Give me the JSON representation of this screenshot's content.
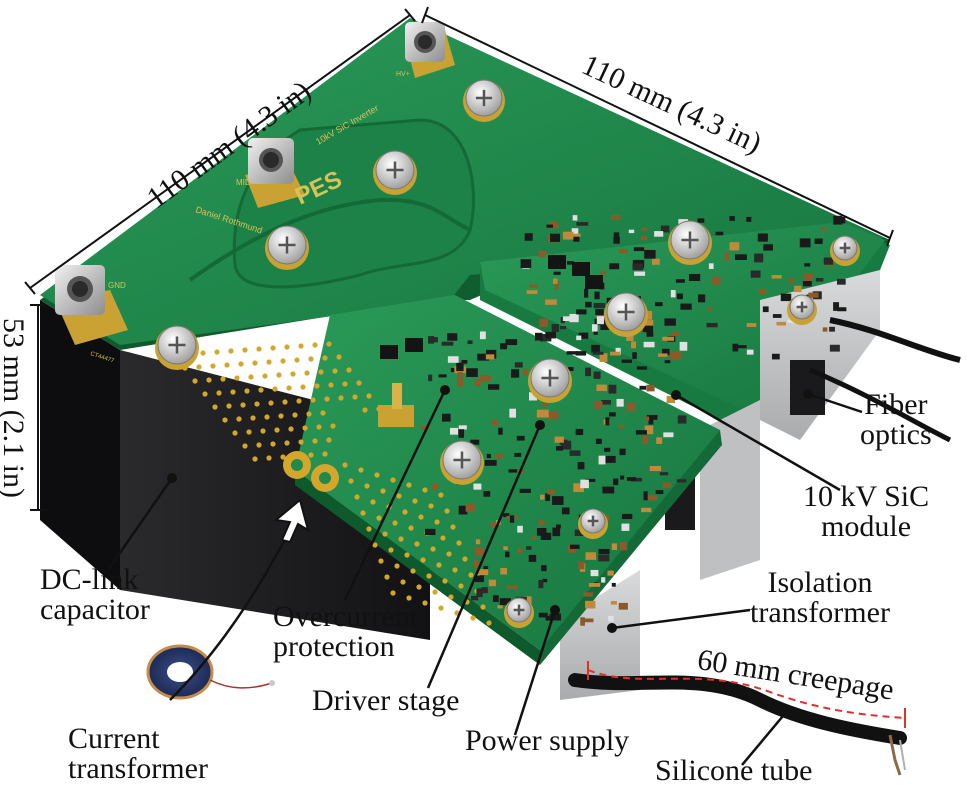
{
  "figure": {
    "dimensions": {
      "top_left": "110 mm (4.3 in)",
      "top_right": "110 mm (4.3 in)",
      "height": "53 mm (2.1 in)"
    },
    "labels": {
      "fiber_optics": "Fiber\noptics",
      "sic_module": "10 kV SiC\nmodule",
      "isolation_transformer": "Isolation\ntransformer",
      "creepage": "60 mm creepage",
      "silicone_tube": "Silicone tube",
      "power_supply": "Power supply",
      "driver_stage": "Driver stage",
      "overcurrent_protection": "Overcurrent\nprotection",
      "dc_link_capacitor": "DC-link\ncapacitor",
      "current_transformer": "Current\ntransformer"
    },
    "pcb_silkscreen": {
      "title": "10kV SiC Inverter",
      "author": "Daniel Rothmund",
      "logo": "PES",
      "terminal_hv": "HV+",
      "terminal_mid": "MID",
      "terminal_gnd": "GND",
      "code": "CT44477"
    },
    "colors": {
      "pcb_green": "#1f8a4c",
      "capacitor_black": "#1c1c1e",
      "copper_pad": "#c9a233",
      "creepage_dash": "#e0302a"
    }
  }
}
